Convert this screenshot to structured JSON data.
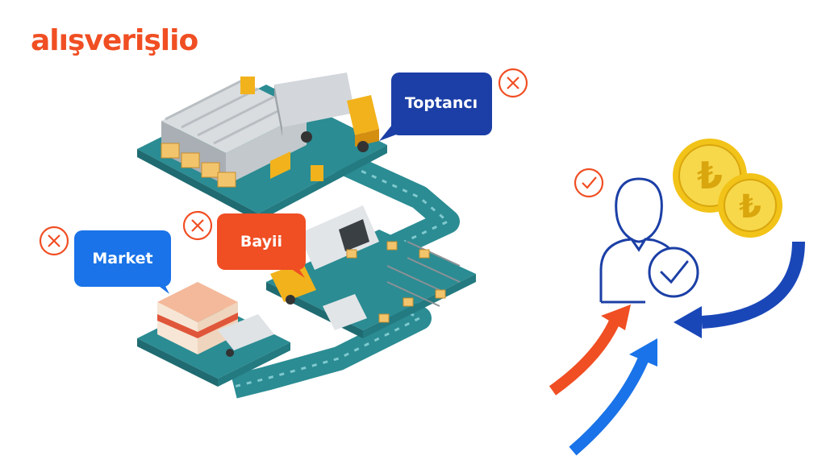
{
  "brand": {
    "logo_text": "alışverişlio"
  },
  "labels": {
    "wholesaler": "Toptancı",
    "dealer": "Bayii",
    "market": "Market"
  },
  "status": {
    "wholesaler": "rejected",
    "dealer": "rejected",
    "market": "rejected",
    "user": "approved"
  },
  "icons": {
    "reject": "x-circle-icon",
    "approve": "check-circle-icon",
    "currency": "turkish-lira-coin-icon",
    "person": "user-icon"
  },
  "colors": {
    "brand_orange": "#f04e23",
    "navy": "#1b3fa6",
    "blue": "#1a73e8",
    "royal_blue": "#1a47b8",
    "teal": "#2b8c93",
    "gold": "#f2c318"
  }
}
